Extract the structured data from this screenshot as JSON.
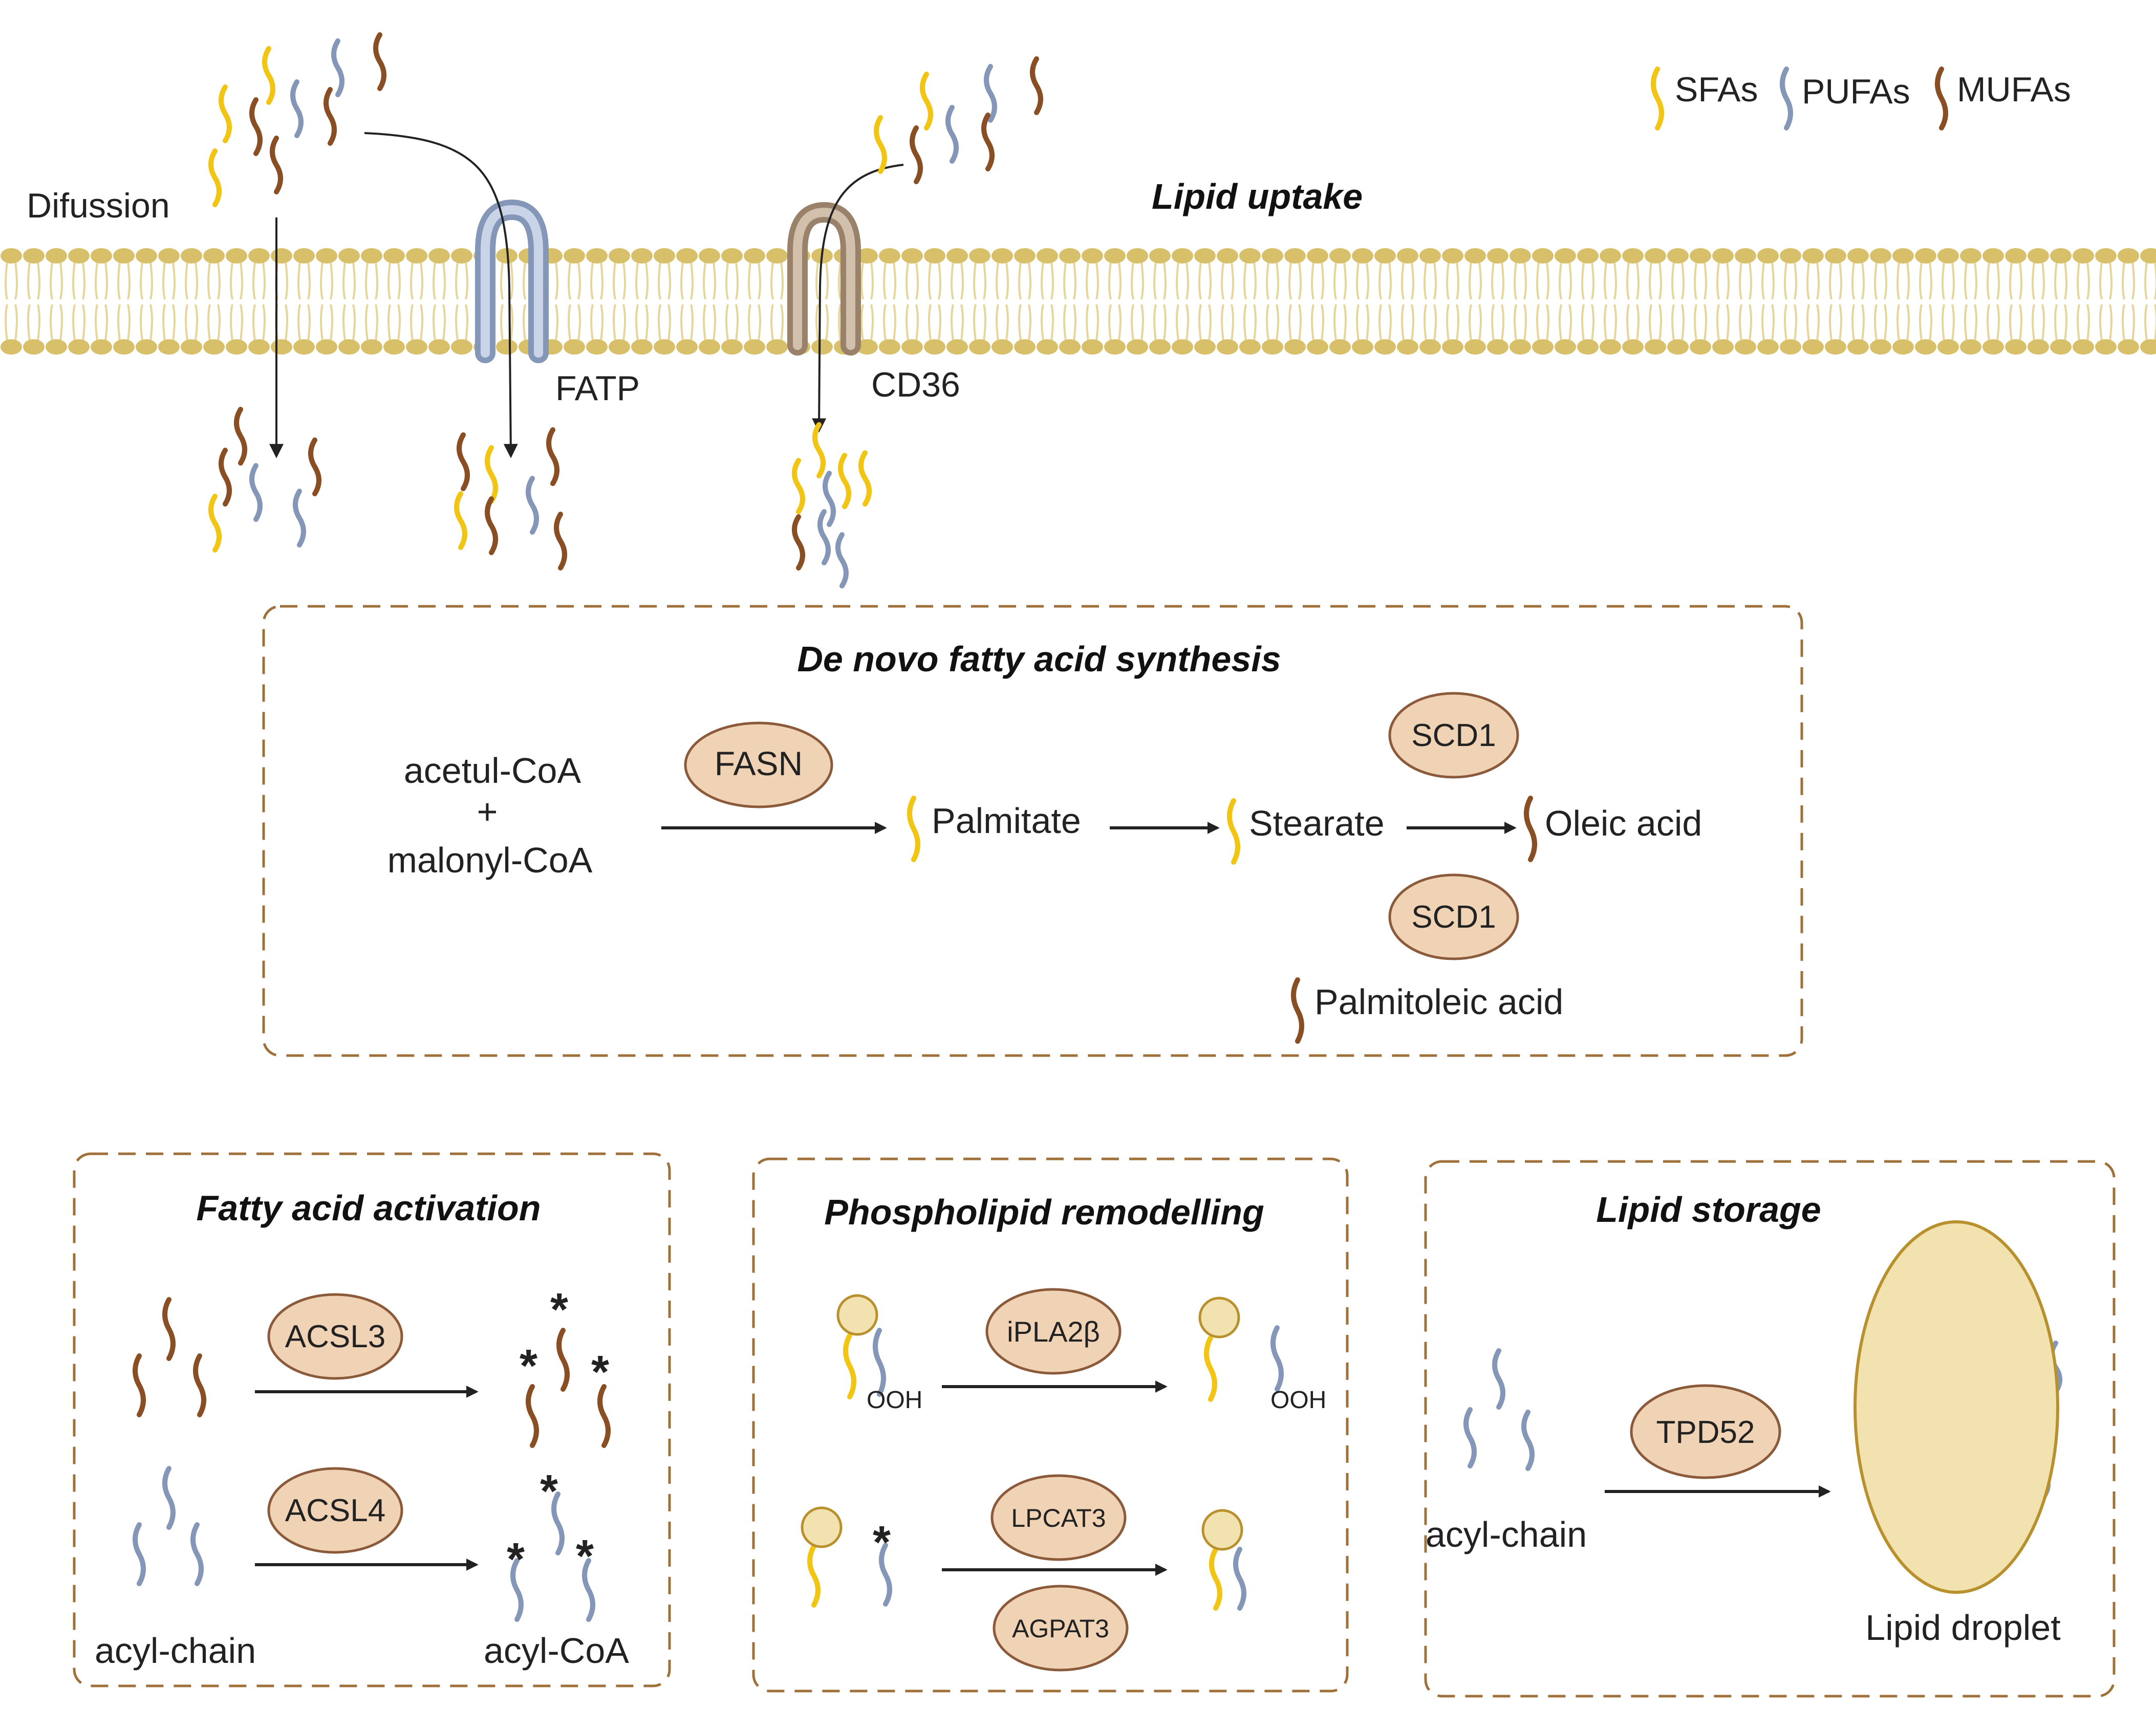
{
  "legend": {
    "sfa": "SFAs",
    "pufa": "PUFAs",
    "mufa": "MUFAs"
  },
  "uptake": {
    "title": "Lipid uptake",
    "diffusion": "Difussion",
    "fatp": "FATP",
    "cd36": "CD36"
  },
  "denovo": {
    "title": "De novo fatty acid synthesis",
    "substrate_top": "acetul-CoA",
    "plus": "+",
    "substrate_bottom": "malonyl-CoA",
    "fasn": "FASN",
    "palmitate": "Palmitate",
    "stearate": "Stearate",
    "oleic": "Oleic acid",
    "scd1_top": "SCD1",
    "scd1_bottom": "SCD1",
    "palmitoleic": "Palmitoleic acid"
  },
  "activation": {
    "title": "Fatty acid activation",
    "acsl3": "ACSL3",
    "acsl4": "ACSL4",
    "acyl_chain": "acyl-chain",
    "acyl_coa": "acyl-CoA",
    "star": "*"
  },
  "remodelling": {
    "title": "Phospholipid remodelling",
    "ipla2b": "iPLA2β",
    "lpcat3": "LPCAT3",
    "agpat3": "AGPAT3",
    "ooh_left": "OOH",
    "ooh_right": "OOH",
    "star": "*"
  },
  "storage": {
    "title": "Lipid storage",
    "tpd52": "TPD52",
    "acyl_chain": "acyl-chain",
    "droplet": "Lipid droplet"
  },
  "colors": {
    "sfa": "#F2C514",
    "pufa": "#8597B8",
    "mufa": "#8A4E24",
    "membrane": "#D8C06A",
    "membrane_tail": "#E6D69A",
    "fatp": "#A9BAD6",
    "cd36": "#B59E86",
    "enzyme_fill": "#F0D2B5",
    "enzyme_stroke": "#8A5A3A",
    "box_stroke": "#A0703A",
    "droplet_fill": "#F2E2B0",
    "droplet_stroke": "#B8912E"
  }
}
